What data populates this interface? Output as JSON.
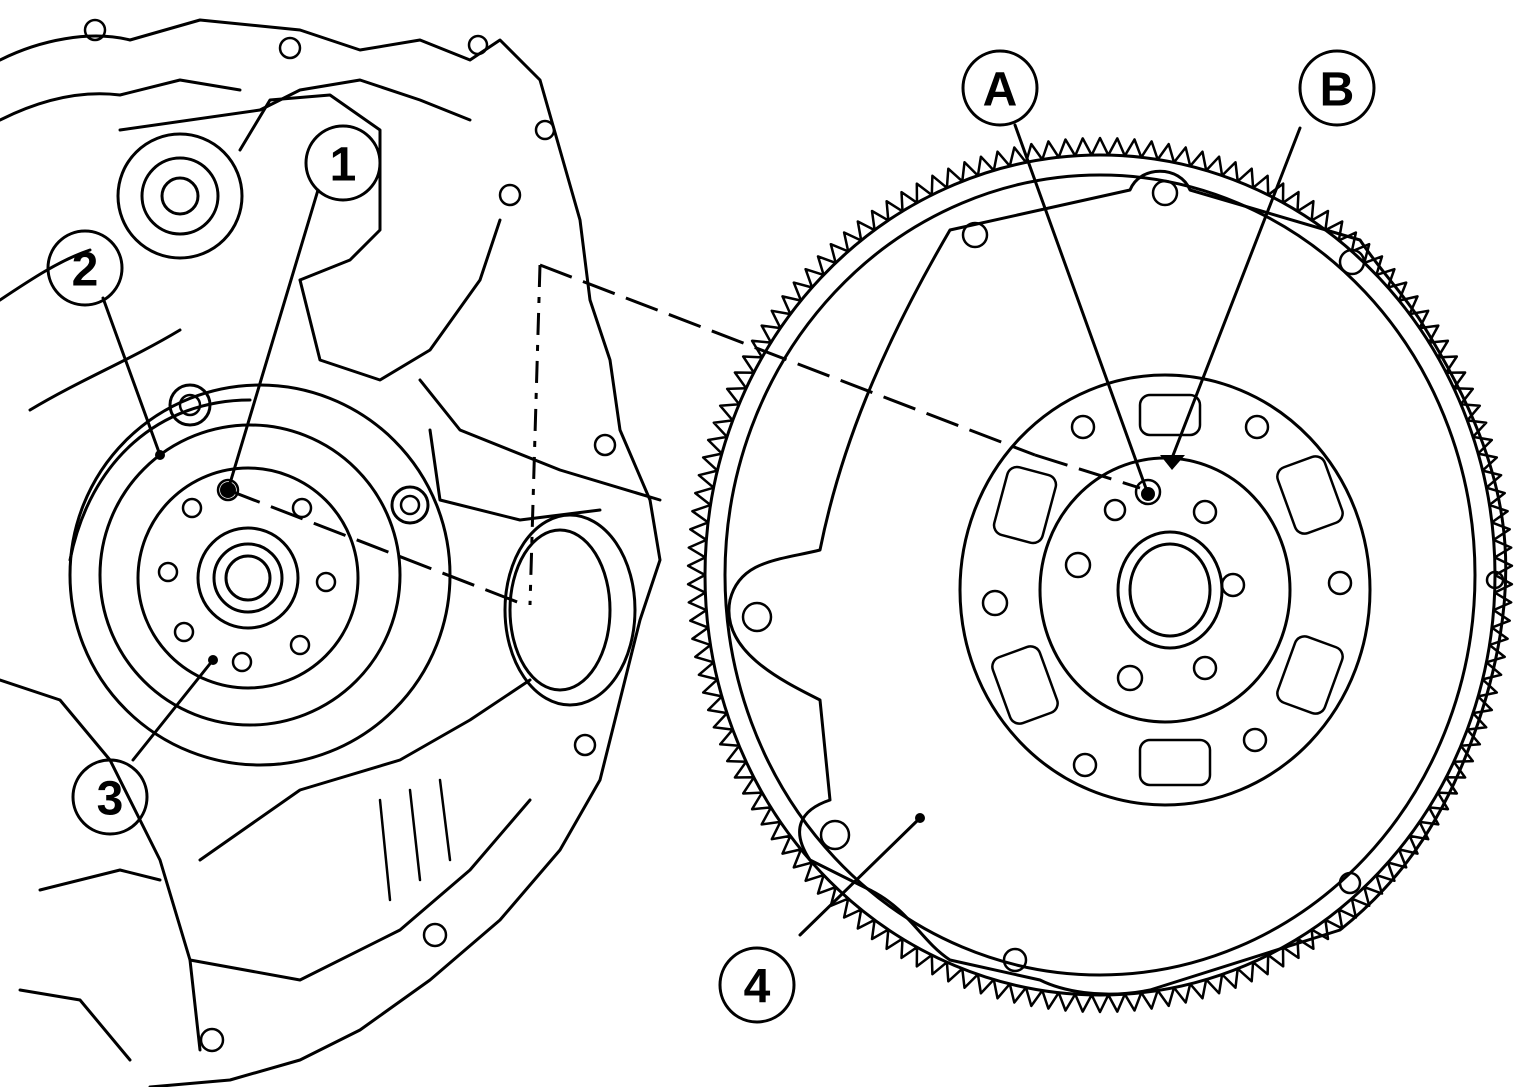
{
  "callouts": [
    {
      "id": "1",
      "label": "1"
    },
    {
      "id": "2",
      "label": "2"
    },
    {
      "id": "3",
      "label": "3"
    },
    {
      "id": "4",
      "label": "4"
    },
    {
      "id": "A",
      "label": "A"
    },
    {
      "id": "B",
      "label": "B"
    }
  ],
  "colors": {
    "line": "#000000",
    "background": "#ffffff"
  }
}
